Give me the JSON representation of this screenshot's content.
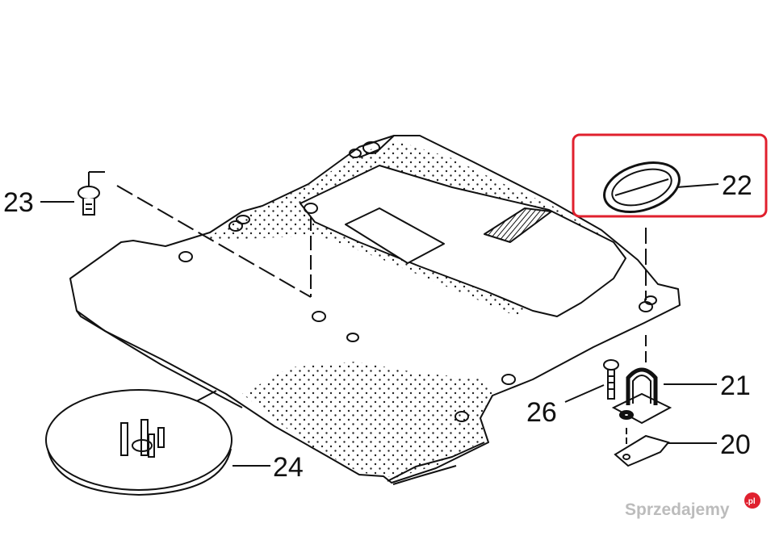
{
  "callouts": {
    "c20": "20",
    "c21": "21",
    "c22": "22",
    "c23": "23",
    "c24": "24",
    "c26": "26"
  },
  "highlight": {
    "target": "22",
    "color": "#e0202e"
  },
  "watermark": {
    "text": "Sprzedajemy",
    "badge": ".pl",
    "badge_color": "#e0202e"
  },
  "colors": {
    "ink": "#111111",
    "paper": "#ffffff",
    "dots": "#222222"
  }
}
